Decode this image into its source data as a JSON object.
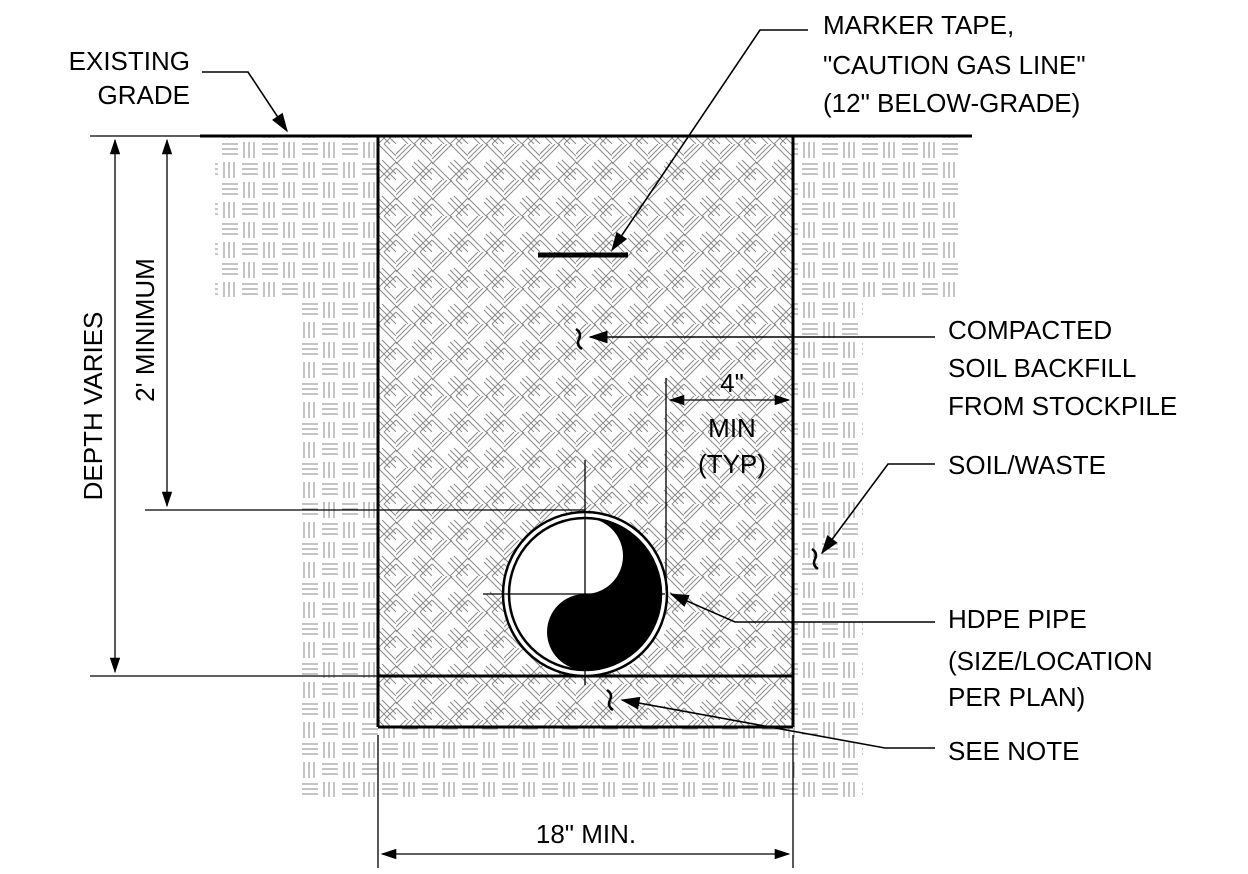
{
  "labels": {
    "existing_grade": [
      "EXISTING",
      "GRADE"
    ],
    "marker_tape": [
      "MARKER TAPE,",
      "\"CAUTION GAS LINE\"",
      "(12\" BELOW-GRADE)"
    ],
    "compacted": [
      "COMPACTED",
      "SOIL BACKFILL",
      "FROM STOCKPILE"
    ],
    "soil_waste": [
      "SOIL/WASTE"
    ],
    "hdpe": [
      "HDPE PIPE",
      "(SIZE/LOCATION",
      "PER PLAN)"
    ],
    "see_note": [
      "SEE NOTE"
    ]
  },
  "dimensions": {
    "depth_varies": "DEPTH VARIES",
    "min_depth": "2' MINIMUM",
    "clearance": [
      "4\"",
      "MIN",
      "(TYP)"
    ],
    "trench_width": "18\" MIN."
  },
  "colors": {
    "line": "#000000",
    "hatch": "#7a7a7a",
    "paper": "#ffffff"
  }
}
